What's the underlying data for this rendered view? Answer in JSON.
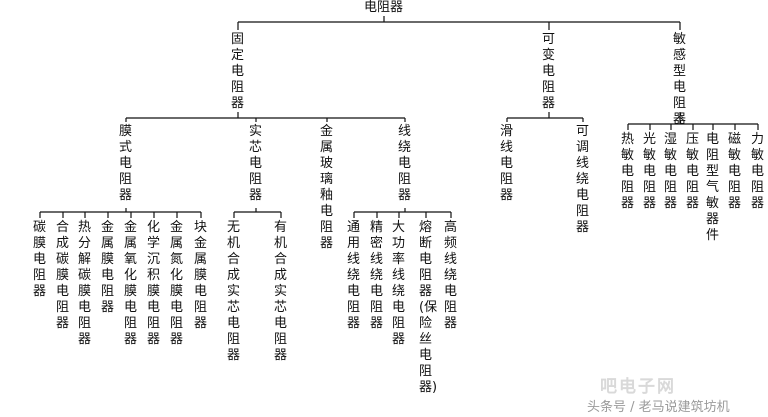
{
  "diagram": {
    "root": "电阻器",
    "l1": {
      "fixed": "固定电阻器",
      "variable": "可变电阻器",
      "sensitive": "敏感型电阻器"
    },
    "fixed": {
      "film": "膜式电阻器",
      "solid": "实芯电阻器",
      "glaze": "金属玻璃釉电阻器",
      "wire": "线绕电阻器"
    },
    "film_children": [
      "碳膜电阻器",
      "合成碳膜电阻器",
      "热分解碳膜电阻器",
      "金属膜电阻器",
      "金属氧化膜电阻器",
      "化学沉积膜电阻器",
      "金属氮化膜电阻器",
      "块金属膜电阻器"
    ],
    "solid_children": [
      "无机合成实芯电阻器",
      "有机合成实芯电阻器"
    ],
    "wire_children": [
      "通用线绕电阻器",
      "精密线绕电阻器",
      "大功率线绕电阻器",
      "熔断电阻器(保险丝电阻器)",
      "高频线绕电阻器"
    ],
    "variable_children": [
      "滑线电阻器",
      "可调线绕电阻器"
    ],
    "sensitive_children": [
      "热敏电阻器",
      "光敏电阻器",
      "湿敏电阻器",
      "压敏电阻器",
      "电阻型气敏器件",
      "磁敏电阻器",
      "力敏电阻器"
    ]
  },
  "watermark": {
    "logo": "吧电子网",
    "caption": "头条号 / 老马说建筑坊机"
  }
}
